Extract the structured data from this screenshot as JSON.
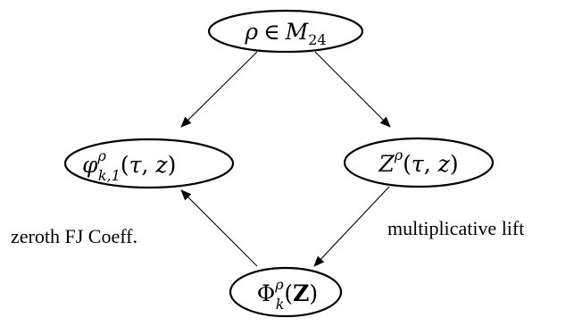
{
  "nodes": {
    "top": {
      "sym": "ρ",
      "op": "∈",
      "space": "M",
      "space_sub": "24"
    },
    "left": {
      "sym": "φ",
      "sup": "ρ",
      "sub": "k,1",
      "open": "(",
      "var1": "τ",
      "comma": ", ",
      "var2": "z",
      "close": ")"
    },
    "right": {
      "sym": "Z",
      "sup": "ρ",
      "open": "(",
      "var1": "τ",
      "comma": ", ",
      "var2": "z",
      "close": ")"
    },
    "bottom": {
      "sym": "Φ",
      "sup": "ρ",
      "sub": "k",
      "open": "(",
      "var": "Z",
      "close": ")"
    }
  },
  "edge_labels": {
    "left": "zeroth FJ Coeff.",
    "right": "multiplicative lift"
  }
}
